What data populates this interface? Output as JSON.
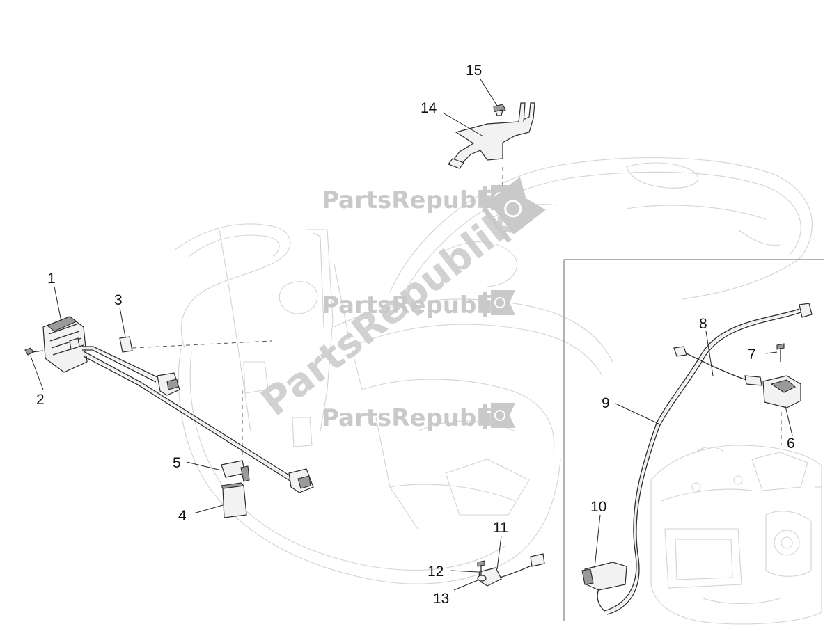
{
  "callouts": {
    "c1": "1",
    "c2": "2",
    "c3": "3",
    "c4": "4",
    "c5": "5",
    "c6": "6",
    "c7": "7",
    "c8": "8",
    "c9": "9",
    "c10": "10",
    "c11": "11",
    "c12": "12",
    "c13": "13",
    "c14": "14",
    "c15": "15"
  },
  "watermark": {
    "text": "PartsRepublik",
    "color": "#c9c9c9"
  }
}
